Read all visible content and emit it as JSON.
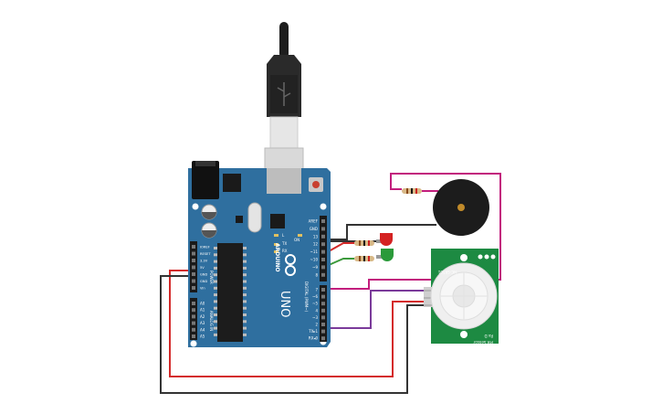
{
  "board": {
    "logo_text": "ARDUINO",
    "model": "UNO",
    "power_header_title": "POWER",
    "analog_header_title": "ANALOG IN",
    "digital_header_title": "DIGITAL (PWM~)",
    "power_pins": [
      "IOREF",
      "RESET",
      "3.3V",
      "5V",
      "GND",
      "GND",
      "Vin"
    ],
    "analog_pins": [
      "A0",
      "A1",
      "A2",
      "A3",
      "A4",
      "A5"
    ],
    "digital_pins": [
      "AREF",
      "GND",
      "13",
      "12",
      "~11",
      "~10",
      "~9",
      "8",
      "7",
      "~6",
      "~5",
      "4",
      "~3",
      "2",
      "TX▸1",
      "RX◂0"
    ],
    "led_labels": [
      "L",
      "TX",
      "RX"
    ],
    "on_label": "ON"
  },
  "pir_sensor": {
    "top_label": "HC-SR501",
    "bottom_label": "PIR Sensor",
    "pin_labels": "Rx D"
  },
  "colors": {
    "board_blue": "#2f6f9f",
    "board_dark": "#1f5580",
    "wire_red": "#d42a2a",
    "wire_black": "#333333",
    "wire_green": "#3c9a3c",
    "wire_pink": "#c21e7d",
    "wire_purple": "#7a3a9a",
    "sensor_green": "#1d8a42",
    "buzzer_black": "#1c1c1c"
  }
}
